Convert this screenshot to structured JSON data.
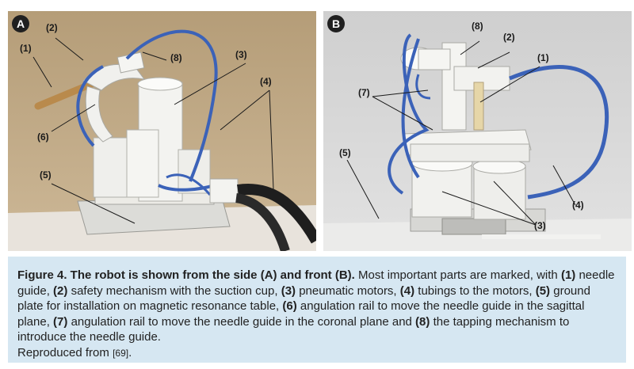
{
  "panels": [
    {
      "label": "A",
      "callouts": [
        "(1)",
        "(2)",
        "(3)",
        "(4)",
        "(5)",
        "(6)",
        "(8)"
      ]
    },
    {
      "label": "B",
      "callouts": [
        "(1)",
        "(2)",
        "(3)",
        "(4)",
        "(5)",
        "(7)",
        "(8)"
      ]
    }
  ],
  "caption": {
    "title": "Figure 4. The robot is shown from the side (A) and front (B).",
    "intro": "Most important parts are marked, with",
    "parts": [
      {
        "num": "(1)",
        "text": "needle guide,"
      },
      {
        "num": "(2)",
        "text": "safety mechanism with the suction cup,"
      },
      {
        "num": "(3)",
        "text": "pneumatic motors,"
      },
      {
        "num": "(4)",
        "text": "tubings to the motors,"
      },
      {
        "num": "(5)",
        "text": "ground plate for installation on magnetic resonance table,"
      },
      {
        "num": "(6)",
        "text": "angulation rail to move the needle guide in the sagittal plane,"
      },
      {
        "num": "(7)",
        "text": "angulation rail to move the needle guide in the coronal plane and"
      },
      {
        "num": "(8)",
        "text": "the tapping mechanism to introduce the needle guide."
      }
    ],
    "reproduced": "Reproduced from",
    "ref": "[69]",
    "end": "."
  },
  "colors": {
    "caption_bg": "#d6e7f2",
    "tube_blue": "#3b62b8",
    "robot_white": "#f2f2f0"
  }
}
